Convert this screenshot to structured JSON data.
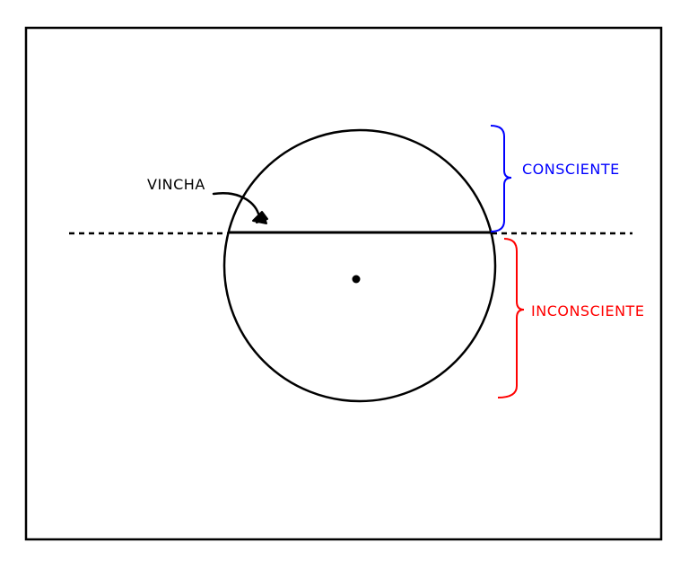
{
  "labels": {
    "vincha": "VINCHA",
    "consciente": "CONSCIENTE",
    "inconsciente": "INCONSCIENTE"
  },
  "colors": {
    "ink": "#000000",
    "consciente": "#0000ff",
    "inconsciente": "#ff0000",
    "background": "#ffffff"
  }
}
